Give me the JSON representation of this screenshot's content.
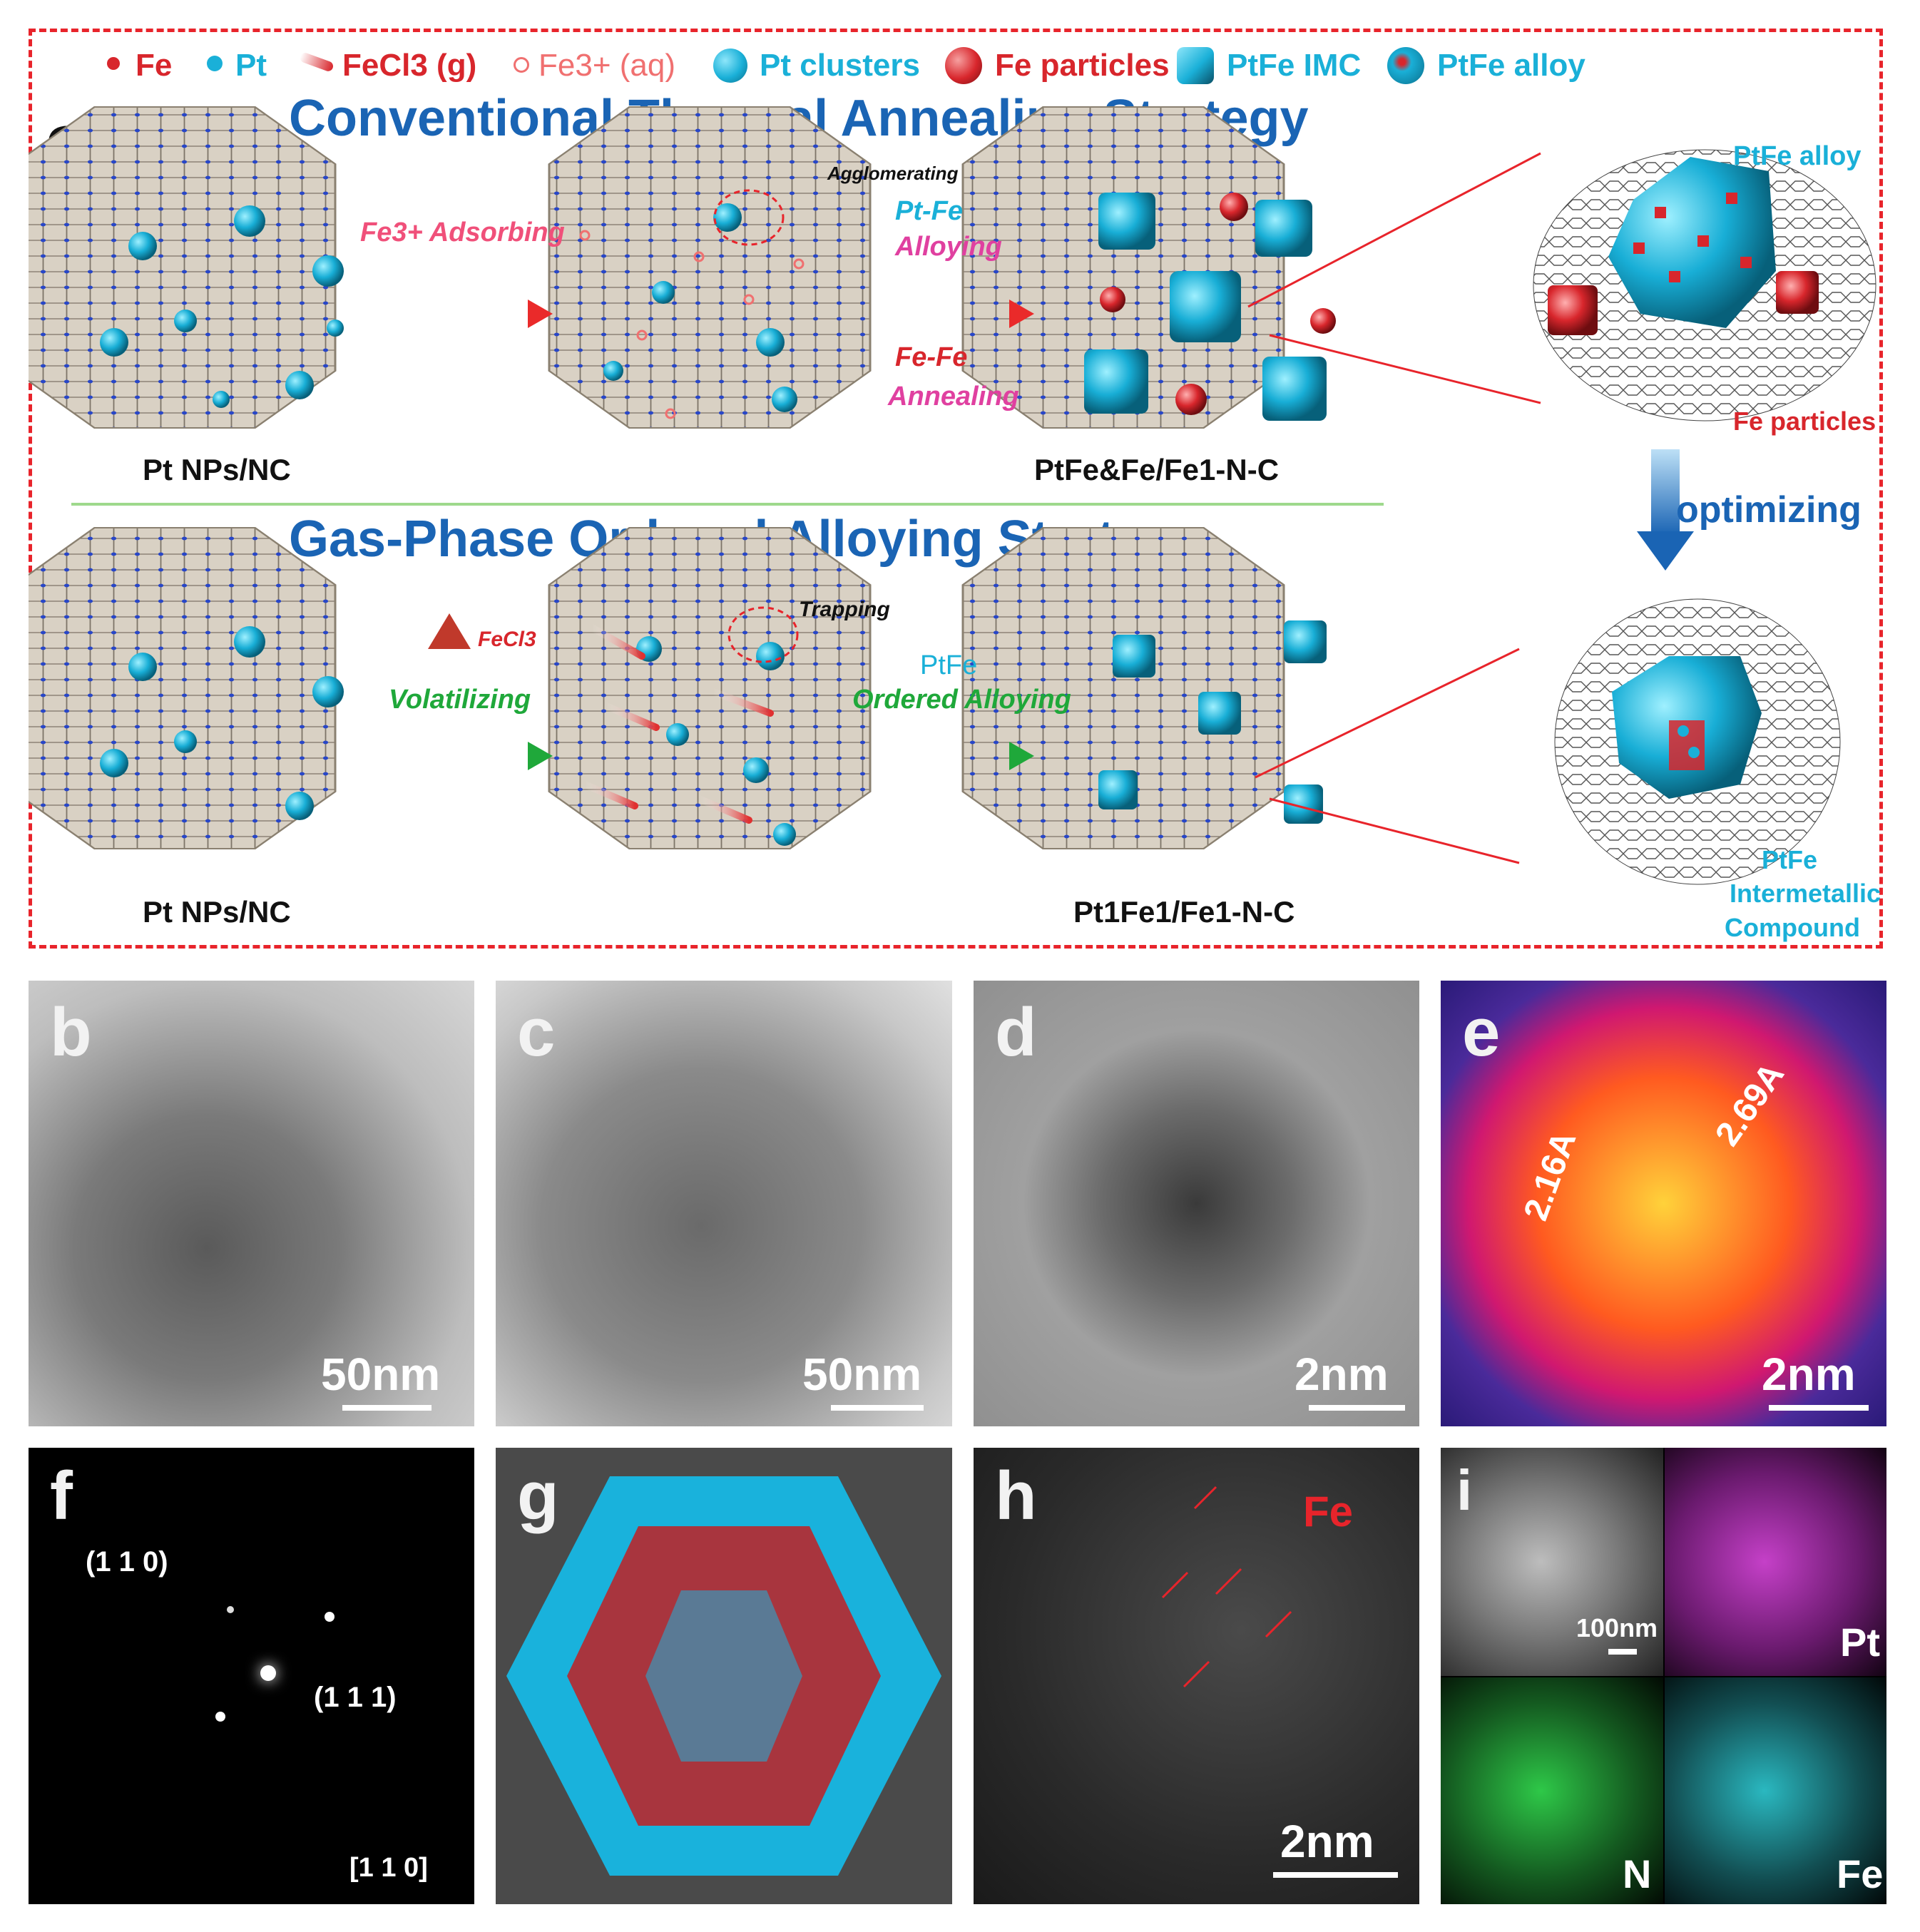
{
  "panel_a": {
    "letter": "a",
    "legend": [
      {
        "name": "Fe",
        "color": "#d8262c"
      },
      {
        "name": "Pt",
        "color": "#1ab0d8"
      },
      {
        "name": "FeCl3 (g)",
        "color": "#d8262c"
      },
      {
        "name": "Fe3+ (aq)",
        "color": "#f07070"
      },
      {
        "name": "Pt clusters",
        "color": "#1ab0d8"
      },
      {
        "name": "Fe particles",
        "color": "#d8262c"
      },
      {
        "name": "PtFe IMC",
        "color": "#1ab0d8"
      },
      {
        "name": "PtFe alloy",
        "color": "#1ab0d8"
      }
    ],
    "top_title": "Conventional Thermal Annealing Strategy",
    "bottom_title": "Gas-Phase Ordered Alloying Strategy",
    "top_steps": {
      "adsorbing": "Fe3+ Adsorbing",
      "agglomerating": "Agglomerating",
      "pt_fe": "Pt-Fe",
      "alloying": "Alloying",
      "fe_fe": "Fe-Fe",
      "annealing": "Annealing"
    },
    "bottom_steps": {
      "fecl3": "FeCl3",
      "volatilizing": "Volatilizing",
      "trapping": "Trapping",
      "ptfe": "PtFe",
      "ordered_alloying": "Ordered Alloying"
    },
    "captions": {
      "top_left": "Pt NPs/NC",
      "top_right": "PtFe&Fe/Fe1-N-C",
      "bottom_left": "Pt NPs/NC",
      "bottom_right": "Pt1Fe1/Fe1-N-C"
    },
    "zoom_labels": {
      "ptfe_alloy": "PtFe alloy",
      "fe_particles": "Fe particles",
      "optimizing": "optimizing",
      "imc_line1": "PtFe",
      "imc_line2": "Intermetallic",
      "imc_line3": "Compound"
    }
  },
  "panels": {
    "b": {
      "letter": "b",
      "scale": "50nm"
    },
    "c": {
      "letter": "c",
      "scale": "50nm"
    },
    "d": {
      "letter": "d",
      "scale": "2nm"
    },
    "e": {
      "letter": "e",
      "scale": "2nm",
      "spacing1": "2.16A",
      "spacing2": "2.69A"
    },
    "f": {
      "letter": "f",
      "idx1": "(1 1 0)",
      "idx2": "(1 1 1)",
      "zone": "[1 1 0]"
    },
    "g": {
      "letter": "g"
    },
    "h": {
      "letter": "h",
      "element": "Fe",
      "scale": "2nm"
    },
    "i": {
      "letter": "i",
      "scale": "100nm",
      "pt": "Pt",
      "n": "N",
      "fe": "Fe"
    }
  }
}
